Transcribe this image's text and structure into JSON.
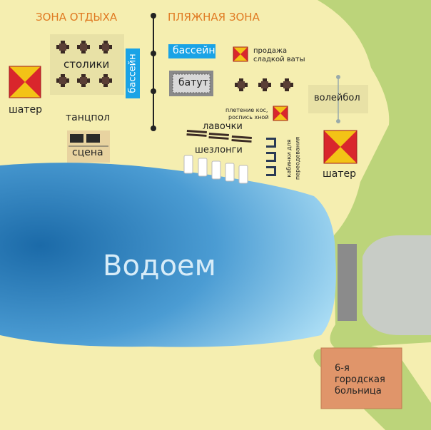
{
  "zones": {
    "rest": "ЗОНА ОТДЫХА",
    "beach": "ПЛЯЖНАЯ ЗОНА"
  },
  "labels": {
    "tables": "столики",
    "pool_vertical": "бассейн",
    "pool_horizontal": "бассейн",
    "tent_left": "шатер",
    "tent_right": "шатер",
    "dancefloor": "танцпол",
    "stage": "сцена",
    "trampoline": "батут",
    "cotton_candy_1": "продажа",
    "cotton_candy_2": "сладкой ваты",
    "henna_1": "плетение кос,",
    "henna_2": "роспись хной",
    "benches": "лавочки",
    "loungers": "шезлонги",
    "cabins_1": "кабинки для",
    "cabins_2": "переодевания",
    "volleyball": "волейбол",
    "pond": "Водоем",
    "hospital_1": "6-я",
    "hospital_2": "городская",
    "hospital_3": "больница"
  },
  "colors": {
    "grass": "#bcd47a",
    "sand": "#f5eeb0",
    "water": "#4b9cd3",
    "pool": "#1aa3e6",
    "hospital": "#e0956a",
    "zone_title": "#e07a22",
    "tent_red": "#d9262c",
    "tent_yellow": "#f3c316"
  }
}
